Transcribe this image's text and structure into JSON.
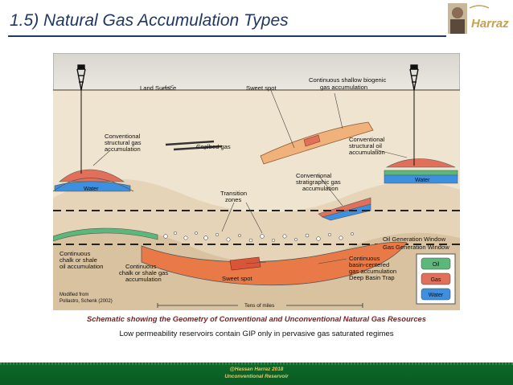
{
  "slide": {
    "title": "1.5) Natural Gas  Accumulation Types",
    "caption_bold": "Schematic showing the Geometry of Conventional and Unconventional Natural Gas Resources",
    "caption_plain": "Low permeability reservoirs contain GIP only in pervasive gas saturated regimes",
    "footer_line1": "@Hassan Harraz 2018",
    "footer_line2": "Unconventional Reservoir",
    "logo_text": "Harraz"
  },
  "diagram": {
    "labels": {
      "land_surface": "Land Surface",
      "sweet_spot_top": "Sweet spot",
      "biogenic_1": "Continuous shallow biogenic",
      "biogenic_2": "gas accumulation",
      "conv_struct_gas_1": "Conventional",
      "conv_struct_gas_2": "structural gas",
      "conv_struct_gas_3": "accumulation",
      "coalbed_gas": "Coalbed gas",
      "conv_struct_oil_1": "Conventional",
      "conv_struct_oil_2": "structural oil",
      "conv_struct_oil_3": "accumulation",
      "conv_strat_gas_1": "Conventional",
      "conv_strat_gas_2": "stratigraphic gas",
      "conv_strat_gas_3": "accumulation",
      "water_left": "Water",
      "water_right": "Water",
      "transition_1": "Transition",
      "transition_2": "zones",
      "oil_window": "Oil Generation Window",
      "gas_window": "Gas Generation Window",
      "chalk_oil_1": "Continuous",
      "chalk_oil_2": "chalk or shale",
      "chalk_oil_3": "oil accumulation",
      "chalk_gas_1": "Continuous",
      "chalk_gas_2": "chalk or shale gas",
      "chalk_gas_3": "accumulation",
      "sweet_spot_bottom": "Sweet spot",
      "basin_1": "Continuous",
      "basin_2": "basin-centered",
      "basin_3": "gas accumulation",
      "basin_4": "Deep Basin Trap",
      "modified_1": "Modified from",
      "modified_2": "Pollastro, Schenk (2002)",
      "scale": "Tens of miles"
    },
    "legend": [
      {
        "label": "Oil",
        "color": "#5cb87a"
      },
      {
        "label": "Gas",
        "color": "#e0705a"
      },
      {
        "label": "Water",
        "color": "#3d8fe0"
      }
    ]
  }
}
